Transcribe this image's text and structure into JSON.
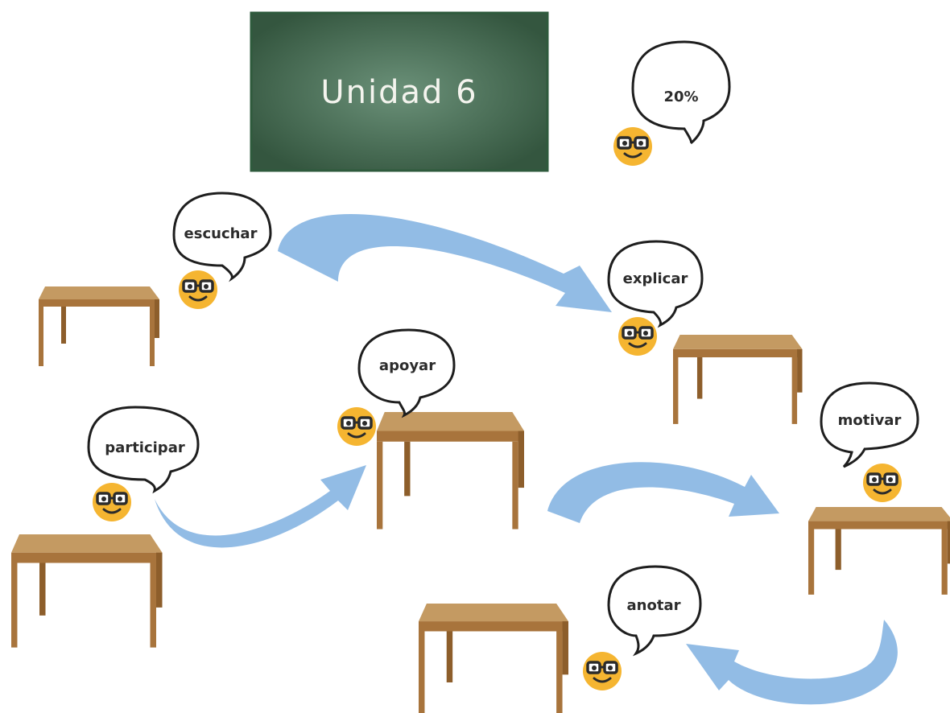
{
  "board": {
    "title": "Unidad 6"
  },
  "bubbles": {
    "percent": "20%",
    "escuchar": "escuchar",
    "explicar": "explicar",
    "apoyar": "apoyar",
    "participar": "participar",
    "motivar": "motivar",
    "anotar": "anotar"
  },
  "colors": {
    "board": "#3f6350",
    "board_frame": "#2e5a3c",
    "desk_top": "#c49a62",
    "desk_edge": "#a8743c",
    "arrow": "#4a8fd3",
    "face": "#f5b531"
  }
}
